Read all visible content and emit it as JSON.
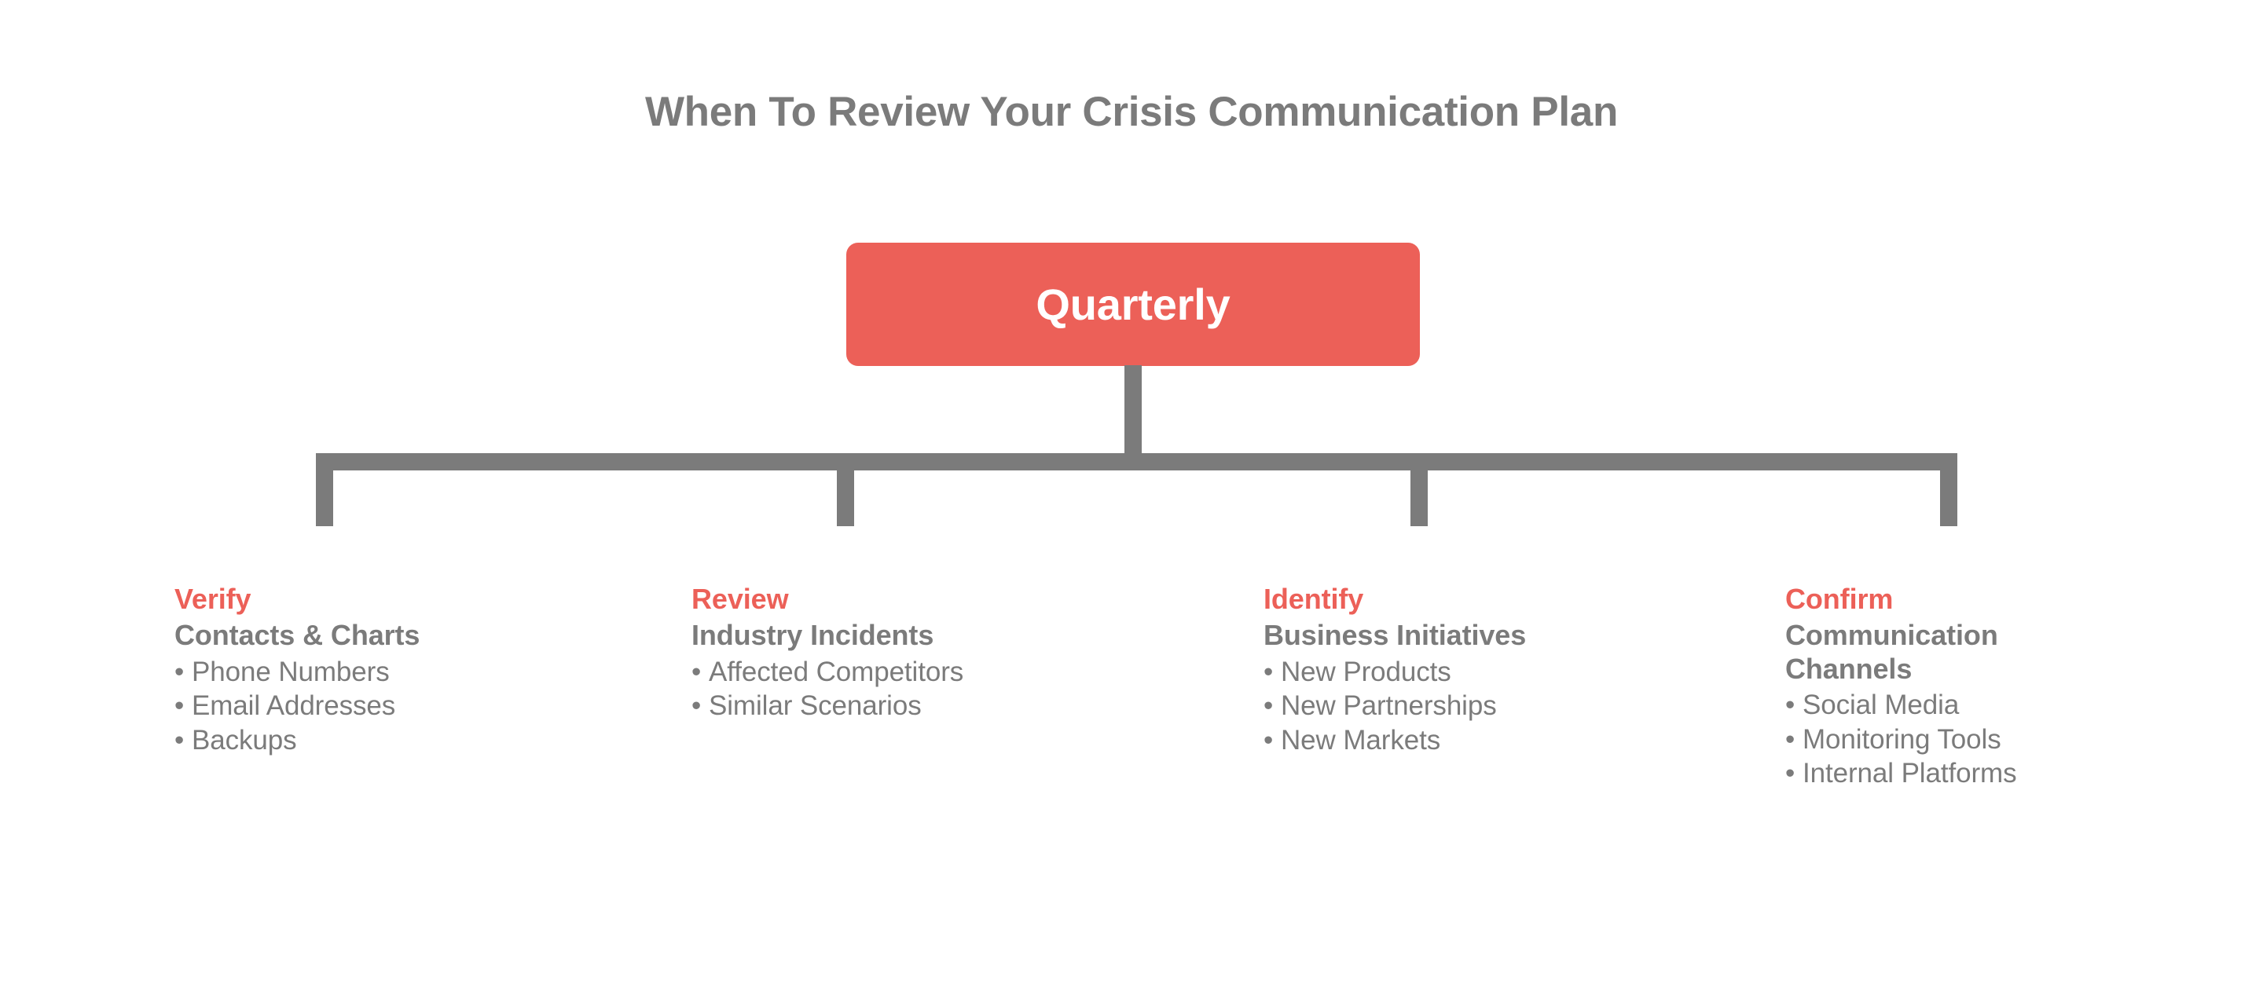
{
  "diagram": {
    "title": "When To Review Your Crisis Communication Plan",
    "root": {
      "label": "Quarterly"
    },
    "bullet_glyph": "•",
    "colors": {
      "accent_red": "#ec6058",
      "neutral_gray": "#7b7b7b",
      "background": "#ffffff",
      "root_label": "#ffffff"
    },
    "branches": [
      {
        "action": "Verify",
        "subject": "Contacts & Charts",
        "items": [
          "Phone Numbers",
          "Email Addresses",
          "Backups"
        ]
      },
      {
        "action": "Review",
        "subject": "Industry Incidents",
        "items": [
          "Affected Competitors",
          "Similar Scenarios"
        ]
      },
      {
        "action": "Identify",
        "subject": "Business Initiatives",
        "items": [
          "New Products",
          "New Partnerships",
          "New Markets"
        ]
      },
      {
        "action": "Confirm",
        "subject": "Communication Channels",
        "items": [
          "Social Media",
          "Monitoring Tools",
          "Internal Platforms"
        ]
      }
    ]
  }
}
